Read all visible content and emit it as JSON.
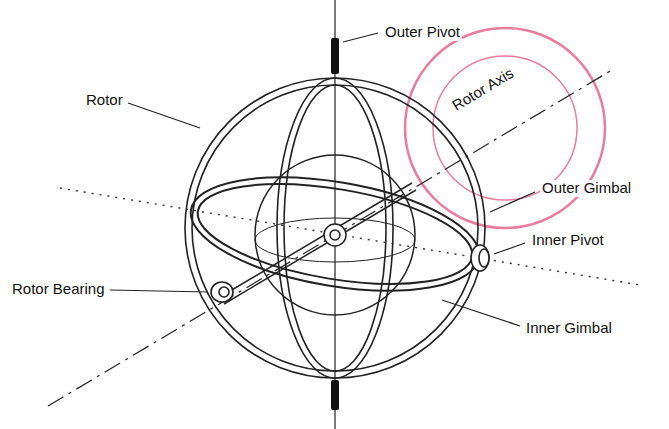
{
  "diagram": {
    "labels": [
      "Outer Pivot",
      "Rotor Axis",
      "Rotor",
      "Outer Gimbal",
      "Inner Pivot",
      "Rotor Bearing",
      "Inner Gimbal"
    ]
  }
}
